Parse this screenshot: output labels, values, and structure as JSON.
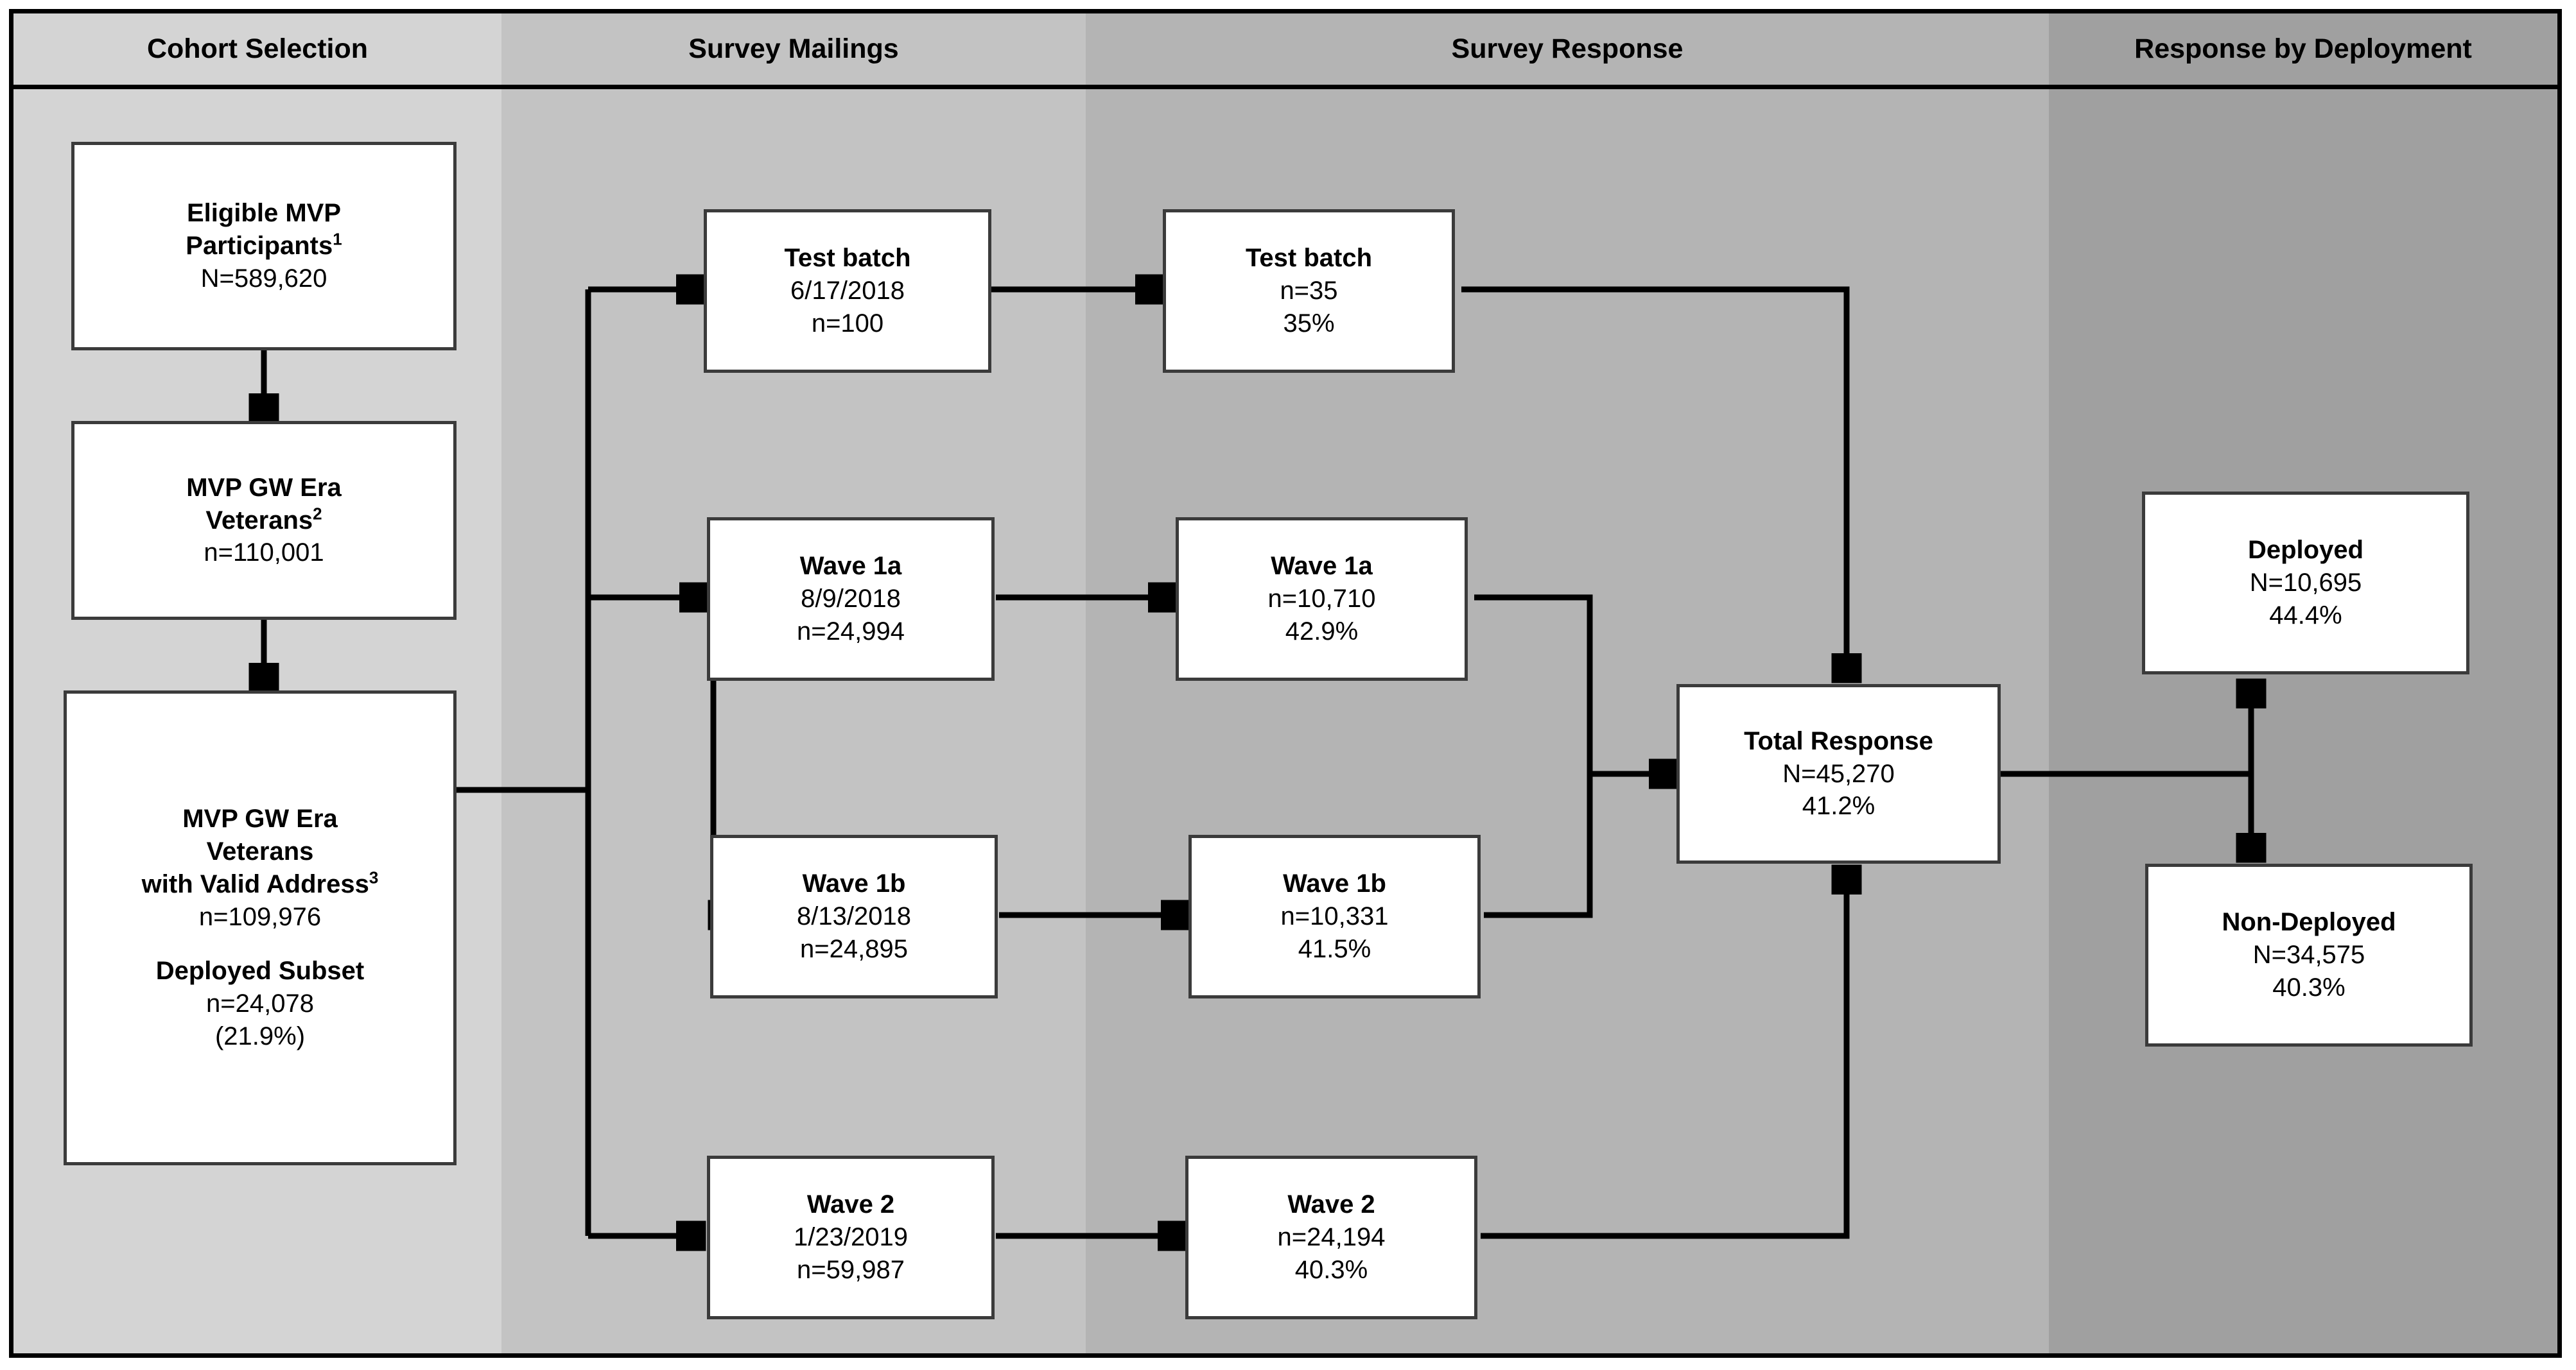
{
  "figure": {
    "type": "flowchart",
    "lanes": [
      {
        "id": "cohort-selection",
        "label": "Cohort Selection",
        "bg": "#d4d4d4"
      },
      {
        "id": "survey-mailings",
        "label": "Survey Mailings",
        "bg": "#c3c3c3"
      },
      {
        "id": "survey-response",
        "label": "Survey Response",
        "bg": "#b4b4b4"
      },
      {
        "id": "response-by-deployment",
        "label": "Response by Deployment",
        "bg": "#a0a0a0"
      }
    ]
  },
  "nodes": {
    "eligible": {
      "title": "Eligible MVP",
      "title2": "Participants",
      "sup": "1",
      "line1": "N=589,620"
    },
    "gw_era": {
      "title": "MVP GW Era",
      "title2": "Veterans",
      "sup": "2",
      "line1": "n=110,001"
    },
    "gw_valid": {
      "title": "MVP GW Era",
      "title2": "Veterans",
      "title3": "with Valid Address",
      "sup": "3",
      "line1": "n=109,976",
      "subtitle": "Deployed Subset",
      "line2": "n=24,078",
      "line3": "(21.9%)"
    },
    "mail_test": {
      "title": "Test batch",
      "line1": "6/17/2018",
      "line2": "n=100"
    },
    "mail_w1a": {
      "title": "Wave 1a",
      "line1": "8/9/2018",
      "line2": "n=24,994"
    },
    "mail_w1b": {
      "title": "Wave 1b",
      "line1": "8/13/2018",
      "line2": "n=24,895"
    },
    "mail_w2": {
      "title": "Wave 2",
      "line1": "1/23/2019",
      "line2": "n=59,987"
    },
    "resp_test": {
      "title": "Test batch",
      "line1": "n=35",
      "line2": "35%"
    },
    "resp_w1a": {
      "title": "Wave 1a",
      "line1": "n=10,710",
      "line2": "42.9%"
    },
    "resp_w1b": {
      "title": "Wave 1b",
      "line1": "n=10,331",
      "line2": "41.5%"
    },
    "resp_w2": {
      "title": "Wave 2",
      "line1": "n=24,194",
      "line2": "40.3%"
    },
    "total": {
      "title": "Total Response",
      "line1": "N=45,270",
      "line2": "41.2%"
    },
    "deployed": {
      "title": "Deployed",
      "line1": "N=10,695",
      "line2": "44.4%"
    },
    "non_deployed": {
      "title": "Non-Deployed",
      "line1": "N=34,575",
      "line2": "40.3%"
    }
  }
}
